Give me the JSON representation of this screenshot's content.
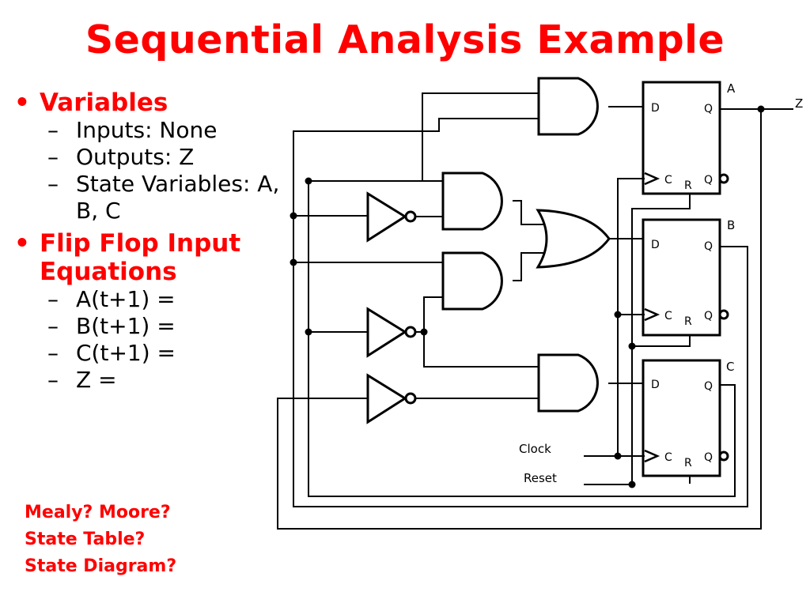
{
  "slide": {
    "title": "Sequential Analysis Example",
    "bullets": [
      {
        "label": "Variables",
        "items": [
          "Inputs: None",
          "Outputs: Z",
          "State Variables: A, B, C"
        ]
      },
      {
        "label": "Flip Flop Input Equations",
        "items": [
          "A(t+1) =",
          "B(t+1) =",
          "C(t+1) =",
          "Z ="
        ]
      }
    ],
    "questions": [
      "Mealy? Moore?",
      "State Table?",
      "State Diagram?"
    ],
    "bullet_glyph": "•",
    "dash_glyph": "–"
  },
  "diagram": {
    "flipflops": [
      {
        "name": "A",
        "d": "D",
        "q": "Q",
        "c": "C",
        "r": "R",
        "qbar": "Q"
      },
      {
        "name": "B",
        "d": "D",
        "q": "Q",
        "c": "C",
        "r": "R",
        "qbar": "Q"
      },
      {
        "name": "C",
        "d": "D",
        "q": "Q",
        "c": "C",
        "r": "R",
        "qbar": "Q"
      }
    ],
    "output_label": "Z",
    "clock_label": "Clock",
    "reset_label": "Reset",
    "colors": {
      "title": "#ff0000",
      "wire": "#000000"
    }
  }
}
